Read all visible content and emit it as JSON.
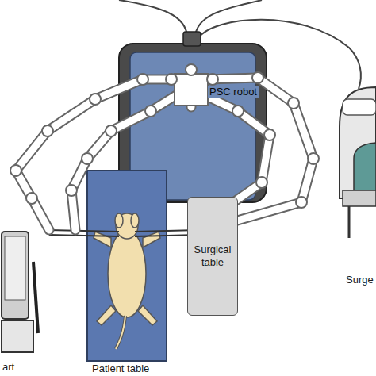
{
  "diagram": {
    "nodes": [
      {
        "text": [
          "Surgical table"
        ]
      }
    ],
    "labels": [
      "PSC robot",
      "Patient table",
      "art",
      "Surge"
    ]
  }
}
